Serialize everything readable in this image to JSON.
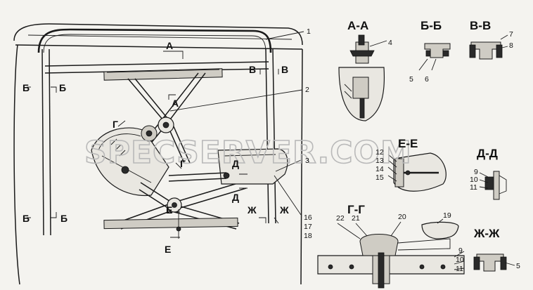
{
  "watermark": "SPECSERVER.COM",
  "section_titles": {
    "aa": "А-А",
    "bb": "Б-Б",
    "vv": "В-В",
    "ee": "Е-Е",
    "gg": "Г-Г",
    "dd": "Д-Д",
    "zhzh": "Ж-Ж"
  },
  "cut_marks": {
    "a_top": "А",
    "a_mid": "А",
    "b_l1": "Б",
    "b_r1": "Б",
    "b_l2": "Б",
    "b_r2": "Б",
    "v_l": "В",
    "v_r": "В",
    "g_top": "Г",
    "g_bot": "Г",
    "d_top": "Д",
    "d_bot": "Д",
    "e_top": "Е",
    "e_bot": "Е",
    "zh_l": "Ж",
    "zh_r": "Ж"
  },
  "callouts": {
    "n1": "1",
    "n2": "2",
    "n3": "3",
    "n4": "4",
    "n5a": "5",
    "n6": "6",
    "n7": "7",
    "n8": "8",
    "n12": "12",
    "n13": "13",
    "n14": "14",
    "n15": "15",
    "n16": "16",
    "n17": "17",
    "n18": "18",
    "n9a": "9",
    "n10a": "10",
    "n11a": "11",
    "n19": "19",
    "n20": "20",
    "n21": "21",
    "n22": "22",
    "n9b": "9",
    "n10b": "10",
    "n11b": "11",
    "n5b": "5"
  }
}
